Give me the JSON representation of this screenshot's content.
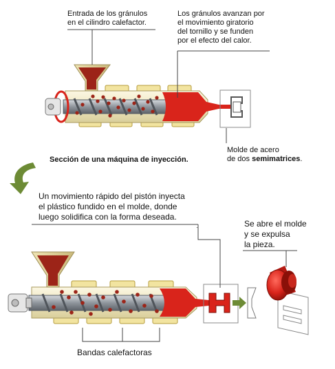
{
  "labels": {
    "entrada": [
      "Entrada de los gránulos",
      "en el cilindro calefactor."
    ],
    "avanzan": [
      "Los gránulos avanzan por",
      "el movimiento giratorio",
      "del tornillo y se funden",
      "por el efecto del calor."
    ],
    "molde_acero": [
      "Molde de acero",
      "de dos "
    ],
    "molde_acero_bold": "semimatrices",
    "molde_acero_end": ".",
    "seccion": "Sección de una máquina de inyección.",
    "piston": [
      "Un movimiento rápido del pistón inyecta",
      "el plástico fundido en el molde, donde",
      "luego solidifica con la forma deseada."
    ],
    "abre": [
      "Se abre el molde",
      "y se expulsa",
      "la pieza."
    ],
    "bandas": "Bandas calefactoras"
  },
  "colors": {
    "melt_red": "#d9241b",
    "pellet_red": "#9c2418",
    "band_yellow": "#f2e4a0",
    "band_stroke": "#b59b3c",
    "barrel_fill": "#f3ecc9",
    "screw_gray": "#8f959c",
    "arrow_green": "#6d8b35"
  }
}
